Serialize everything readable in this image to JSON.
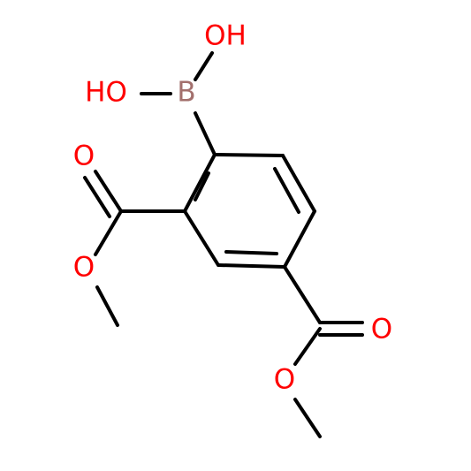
{
  "diagram": {
    "type": "chemical-structure",
    "colors": {
      "bond": "#000000",
      "oxygen": "#ff0000",
      "boron": "#a3706d"
    },
    "atoms": {
      "boron": "B",
      "hydroxyl_left": "HO",
      "hydroxyl_top": "OH",
      "ester_top_carbonyl_o": "O",
      "ester_top_ether_o": "O",
      "ester_bottom_carbonyl_o": "O",
      "ester_bottom_ether_o": "O"
    }
  }
}
